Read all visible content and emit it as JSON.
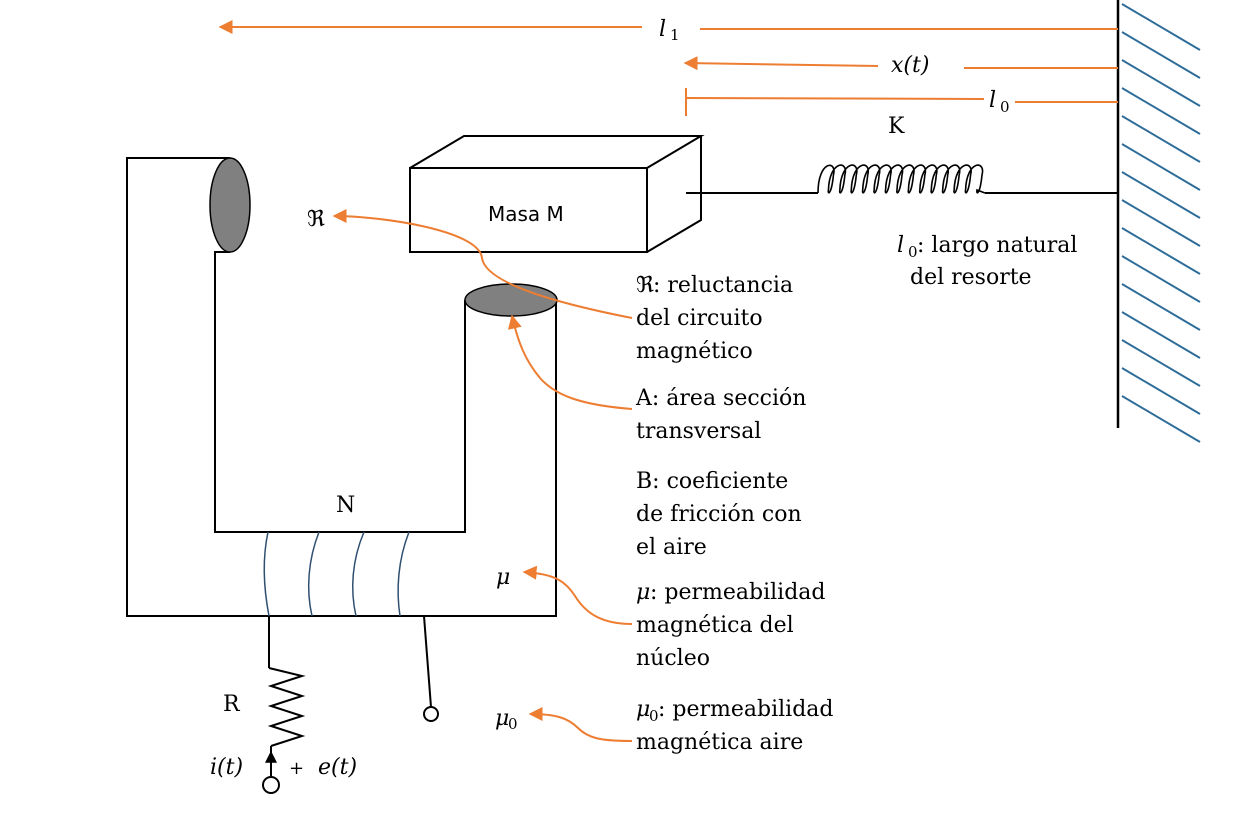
{
  "colors": {
    "line": "#000000",
    "arrow": "#ED7D31",
    "hatch": "#2E6D9A",
    "coil": "#2F4F6F",
    "pole_fill": "#808080"
  },
  "dimensions": {
    "l1": {
      "sym": "l",
      "sub": "1"
    },
    "x": {
      "text": "x(t)"
    },
    "l0": {
      "sym": "l",
      "sub": "0"
    }
  },
  "spring": {
    "label": "K"
  },
  "mass": {
    "label": "Masa M"
  },
  "core": {
    "turns_label": "N",
    "mu_symbol": "μ"
  },
  "circuit": {
    "resistor_label": "R",
    "current_label": "i(t)",
    "plus_label": "+",
    "voltage_label": "e(t)"
  },
  "air": {
    "mu0_sym": "μ",
    "mu0_sub": "0"
  },
  "reluctance": {
    "symbol": "ℜ"
  },
  "annotations": {
    "l0_desc": {
      "sym": "l",
      "sub": "0",
      "line1": ": largo natural",
      "line2": "del resorte"
    },
    "reluctance": {
      "line1": ": reluctancia",
      "line2": "del circuito",
      "line3": "magnético"
    },
    "area": {
      "line1": "A: área sección",
      "line2": "transversal"
    },
    "friction": {
      "line1": "B: coeficiente",
      "line2": "de fricción con",
      "line3": "el aire"
    },
    "mu": {
      "line1": ": permeabilidad",
      "line2": "magnética del",
      "line3": "núcleo"
    },
    "mu0": {
      "line1": ": permeabilidad",
      "line2": "magnética aire"
    }
  }
}
